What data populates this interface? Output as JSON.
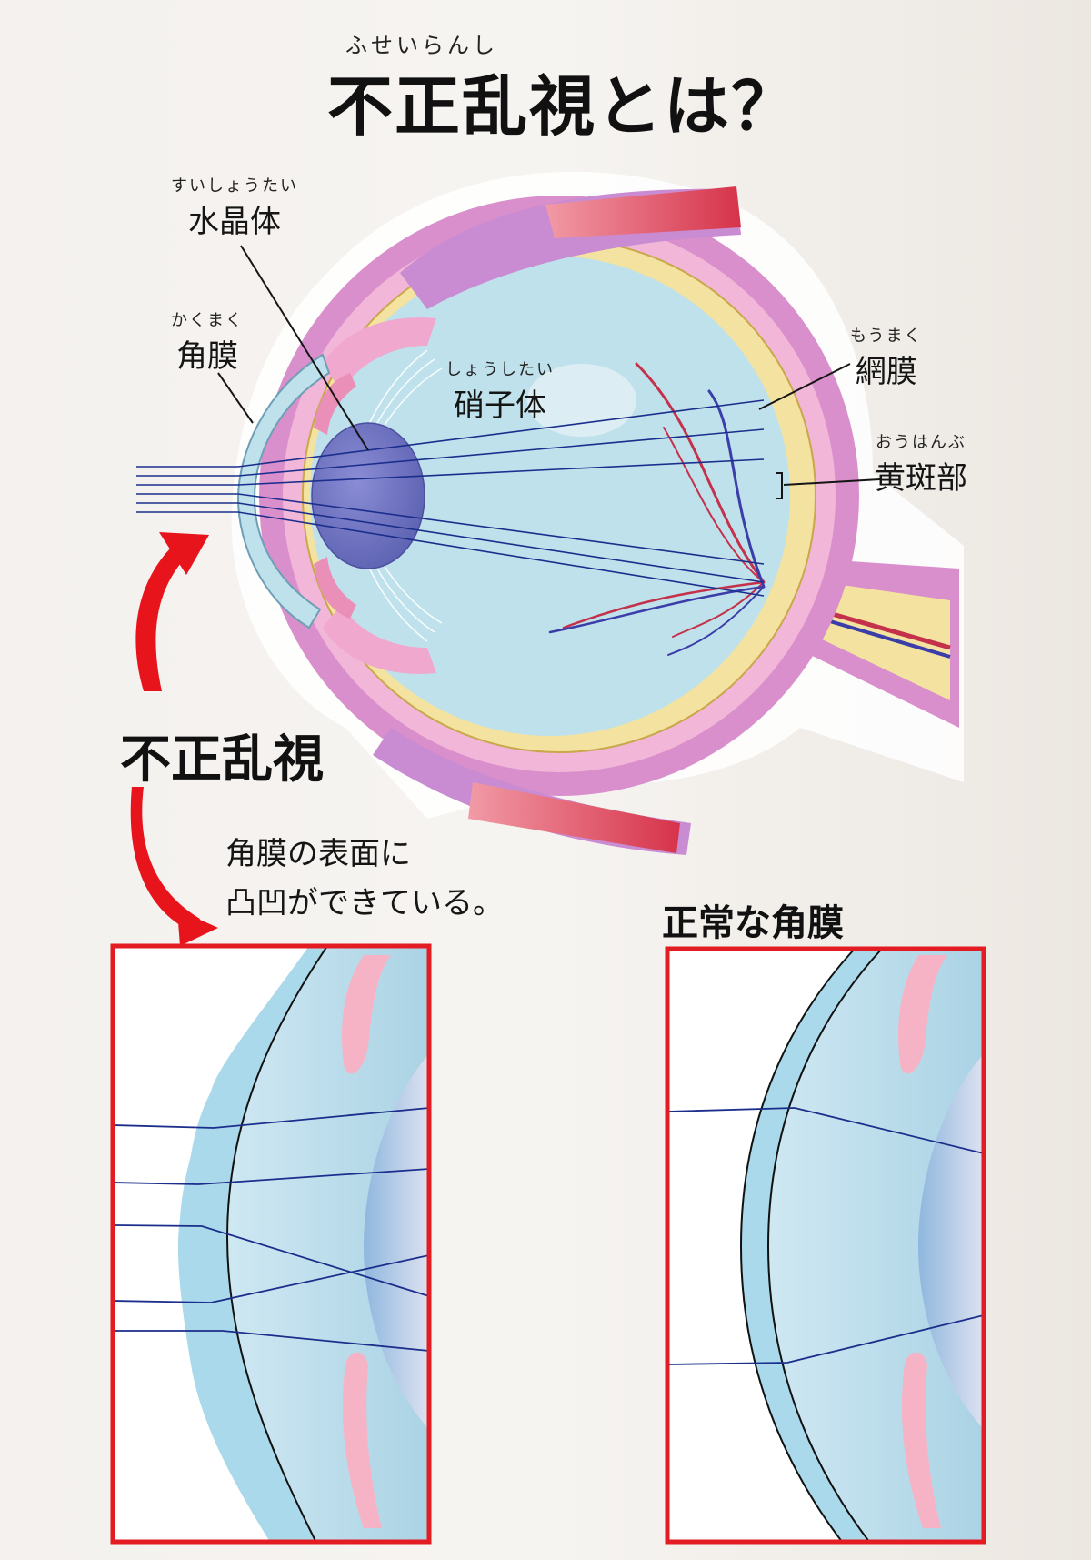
{
  "title": {
    "ruby": "ふせいらんし",
    "text": "不正乱視とは？"
  },
  "labels": {
    "lens": {
      "ruby": "すいしょうたい",
      "text": "水晶体"
    },
    "cornea": {
      "ruby": "かくまく",
      "text": "角膜"
    },
    "vitreous": {
      "ruby": "しょうしたい",
      "text": "硝子体"
    },
    "retina": {
      "ruby": "もうまく",
      "text": "網膜"
    },
    "macula": {
      "ruby": "おうはんぶ",
      "text": "黄斑部"
    }
  },
  "irregular": {
    "label": "不正乱視",
    "description_line1": "角膜の表面に",
    "description_line2": "凸凹ができている。"
  },
  "normal": {
    "label": "正常な角膜"
  },
  "colors": {
    "accent_red": "#e8141b",
    "frame_red": "#e31b23",
    "ray_blue": "#1b2e8c",
    "vitreous": "#bfe1ec",
    "sclera": "#d98fcc",
    "retina": "#f3e2a0"
  }
}
